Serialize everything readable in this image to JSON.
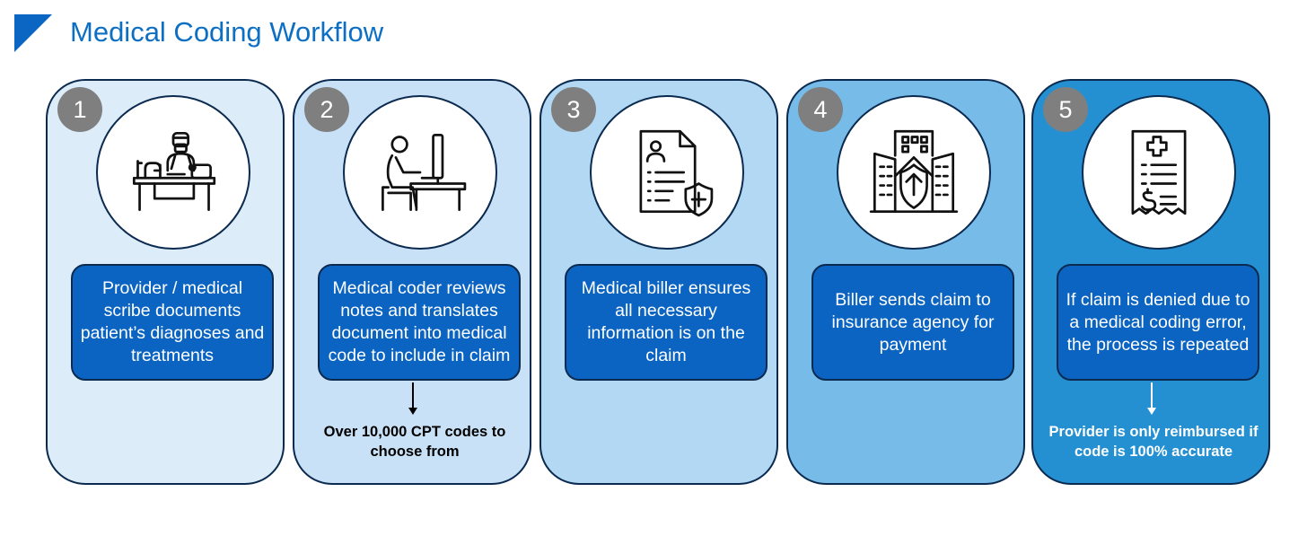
{
  "title": "Medical Coding Workflow",
  "colors": {
    "accent": "#0a66c2",
    "step_box": "#0b64c1",
    "badge": "#7f7f7f",
    "border": "#0b2a4f"
  },
  "steps": [
    {
      "number": "1",
      "icon": "doctor-desk-icon",
      "text": "Provider / medical scribe documents patient’s diagnoses and treatments",
      "note": "",
      "background": "#dcecf8"
    },
    {
      "number": "2",
      "icon": "coder-computer-icon",
      "text": "Medical coder reviews notes and translates document into medical code to include in claim",
      "note": "Over 10,000 CPT codes to choose from",
      "background": "#c8e1f7"
    },
    {
      "number": "3",
      "icon": "medical-document-icon",
      "text": "Medical biller ensures all necessary information is on the claim",
      "note": "",
      "background": "#b2d8f3"
    },
    {
      "number": "4",
      "icon": "insurance-building-icon",
      "text": "Biller sends claim to insurance agency for payment",
      "note": "",
      "background": "#77bce8"
    },
    {
      "number": "5",
      "icon": "medical-bill-icon",
      "text": "If claim is denied due to a medical coding error, the process is repeated",
      "note": "Provider is only reimbursed if code is 100% accurate",
      "background": "#2490d1"
    }
  ]
}
